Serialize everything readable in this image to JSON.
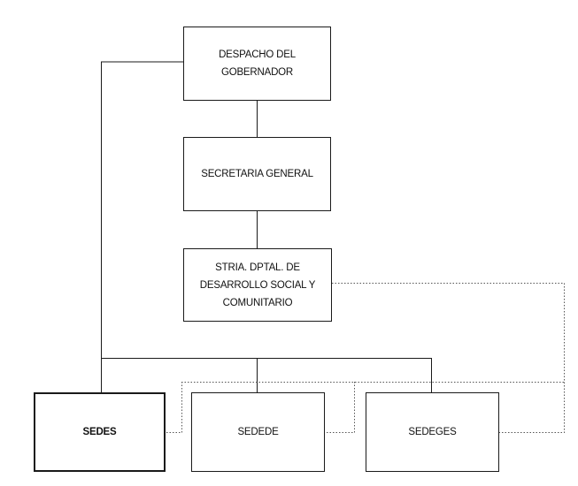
{
  "diagram": {
    "nodes": {
      "governor": {
        "lines": [
          "DESPACHO DEL",
          "GOBERNADOR"
        ]
      },
      "general_secretariat": {
        "lines": [
          "SECRETARIA GENERAL"
        ]
      },
      "social_development": {
        "lines": [
          "STRIA. DPTAL. DE",
          "DESARROLLO SOCIAL Y",
          "COMUNITARIO"
        ]
      },
      "sedes": {
        "lines": [
          "SEDES"
        ]
      },
      "sedede": {
        "lines": [
          "SEDEDE"
        ]
      },
      "sedeges": {
        "lines": [
          "SEDEGES"
        ]
      }
    },
    "edges": [
      {
        "from": "governor",
        "to": "general_secretariat",
        "style": "solid"
      },
      {
        "from": "general_secretariat",
        "to": "social_development",
        "style": "solid"
      },
      {
        "from": "governor",
        "to": "sedes",
        "style": "solid"
      },
      {
        "from": "governor",
        "to": "sedede",
        "style": "solid"
      },
      {
        "from": "governor",
        "to": "sedeges",
        "style": "solid"
      },
      {
        "from": "social_development",
        "to": "sedes",
        "style": "dotted"
      },
      {
        "from": "social_development",
        "to": "sedede",
        "style": "dotted"
      },
      {
        "from": "social_development",
        "to": "sedeges",
        "style": "dotted"
      }
    ],
    "colors": {
      "line": "#1a1a1a",
      "dotted_line": "#555555",
      "box_border": "#1a1a1a"
    }
  }
}
